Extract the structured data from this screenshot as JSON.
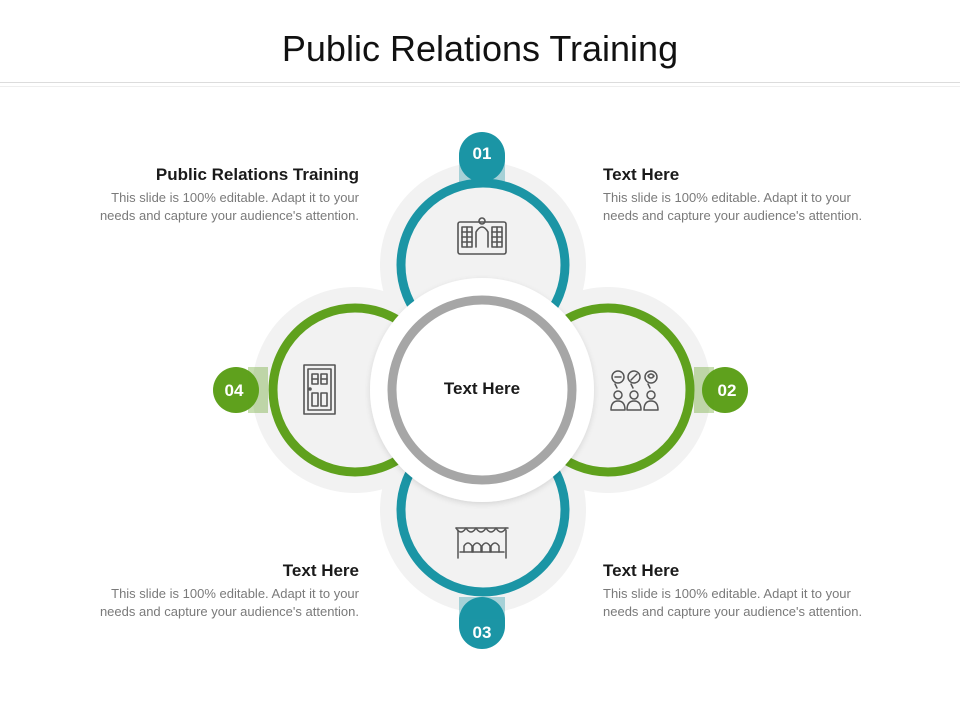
{
  "title": "Public Relations Training",
  "center": {
    "label": "Text Here"
  },
  "colors": {
    "teal": "#1b95a5",
    "green": "#5fa11d",
    "grey_ring": "#a6a6a6",
    "petal": "#f2f2f2"
  },
  "steps": [
    {
      "number": "01",
      "icon": "switchboard-icon",
      "color": "teal"
    },
    {
      "number": "02",
      "icon": "people-feedback-icon",
      "color": "green"
    },
    {
      "number": "03",
      "icon": "theatre-audience-icon",
      "color": "teal"
    },
    {
      "number": "04",
      "icon": "door-icon",
      "color": "green"
    }
  ],
  "callouts": {
    "top_left": {
      "heading": "Public Relations Training",
      "line1": "This slide is 100% editable. Adapt it to your",
      "line2": "needs and capture your audience's attention."
    },
    "top_right": {
      "heading": "Text Here",
      "line1": "This slide is 100% editable. Adapt it to your",
      "line2": "needs and capture your audience's attention."
    },
    "bottom_left": {
      "heading": "Text Here",
      "line1": "This slide is 100% editable. Adapt it to your",
      "line2": "needs and capture your audience's attention."
    },
    "bottom_right": {
      "heading": "Text Here",
      "line1": "This slide is 100% editable. Adapt it to your",
      "line2": "needs and capture your audience's attention."
    }
  }
}
